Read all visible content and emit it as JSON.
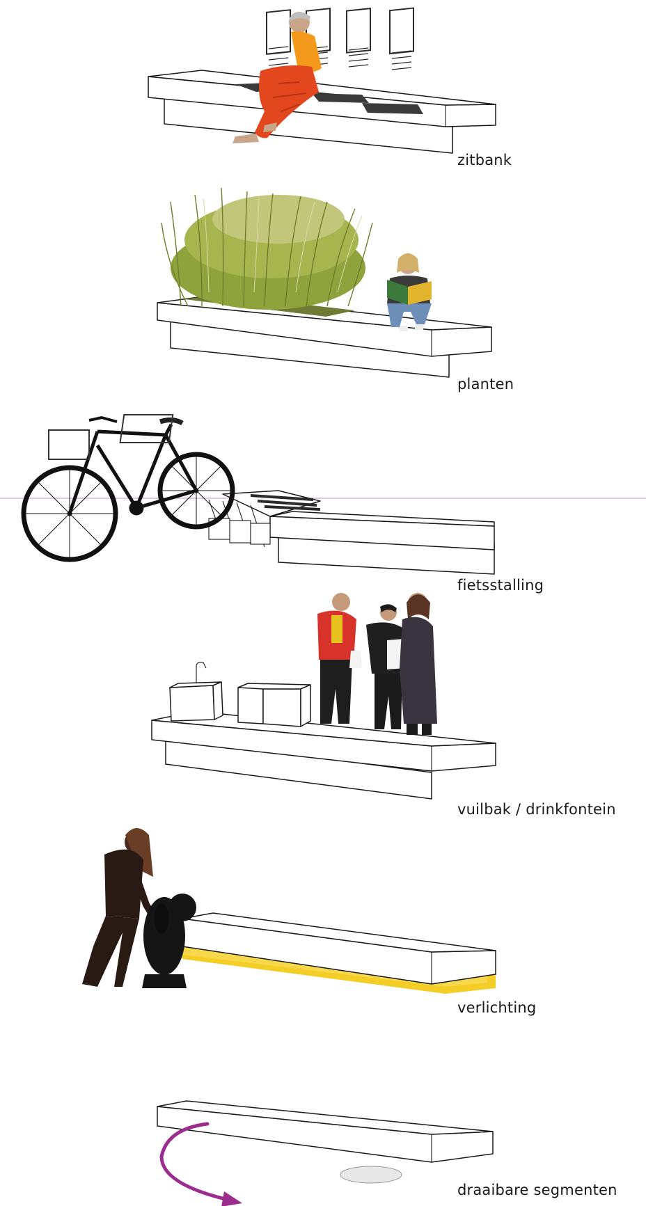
{
  "labels": {
    "seating": "zitbank",
    "plants": "planten",
    "bike_parking": "fietsstalling",
    "bin_fountain": "vuilbak / drinkfontein",
    "lighting": "verlichting",
    "rotating": "draaibare segmenten"
  },
  "colors": {
    "lighting_glow": "#f2c400",
    "rotation_arrow": "#9b2d8f",
    "grass": "#8fa33d",
    "guide_line": "#c9a6d8"
  }
}
